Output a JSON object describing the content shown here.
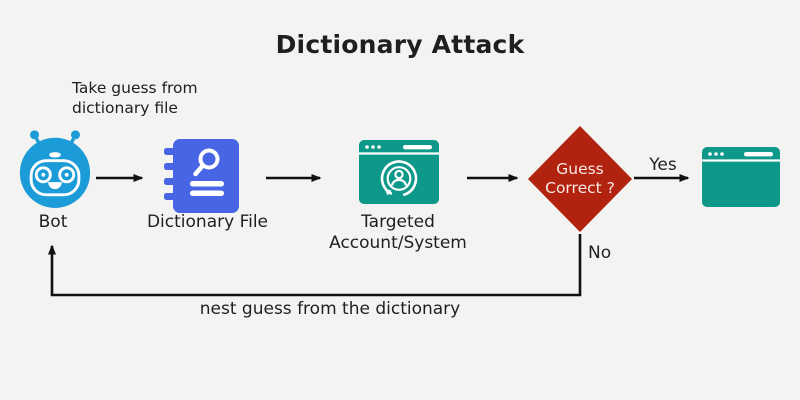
{
  "title": "Dictionary Attack",
  "annotation": {
    "line1": "Take guess from",
    "line2": "dictionary file"
  },
  "nodes": {
    "bot": {
      "label": "Bot",
      "icon": "robot-head-icon"
    },
    "dictionary_file": {
      "label": "Dictionary File",
      "icon": "notebook-search-icon"
    },
    "targeted_system": {
      "label_line1": "Targeted",
      "label_line2": "Account/System",
      "icon": "browser-account-icon"
    },
    "decision": {
      "label_line1": "Guess",
      "label_line2": "Correct ?",
      "shape": "diamond"
    },
    "result_window": {
      "icon": "browser-window-icon"
    }
  },
  "edges": {
    "yes_label": "Yes",
    "no_label": "No",
    "loop_label": "nest guess from the dictionary"
  },
  "colors": {
    "background": "#F3F3F2",
    "bot_blue": "#1B9BD7",
    "file_blue": "#4765E4",
    "teal": "#0E988A",
    "diamond_red": "#B1220F",
    "arrow_black": "#111111",
    "text": "#1F1F1F",
    "diamond_text": "#F7E9E4"
  }
}
